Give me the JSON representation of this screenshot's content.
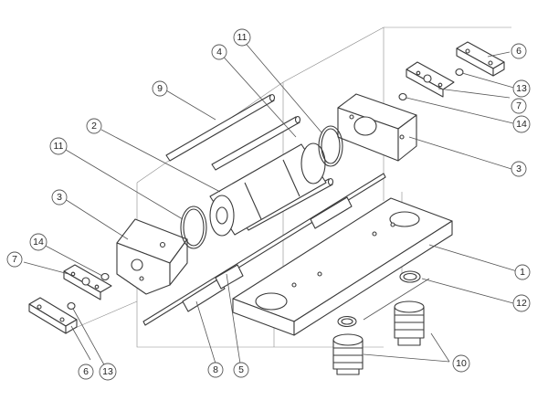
{
  "callouts": [
    {
      "id": "c1",
      "label": "1"
    },
    {
      "id": "c2",
      "label": "2"
    },
    {
      "id": "c3a",
      "label": "3"
    },
    {
      "id": "c3b",
      "label": "3"
    },
    {
      "id": "c4",
      "label": "4"
    },
    {
      "id": "c5",
      "label": "5"
    },
    {
      "id": "c6a",
      "label": "6"
    },
    {
      "id": "c6b",
      "label": "6"
    },
    {
      "id": "c7a",
      "label": "7"
    },
    {
      "id": "c7b",
      "label": "7"
    },
    {
      "id": "c8",
      "label": "8"
    },
    {
      "id": "c9",
      "label": "9"
    },
    {
      "id": "c10",
      "label": "10"
    },
    {
      "id": "c11a",
      "label": "11"
    },
    {
      "id": "c11b",
      "label": "11"
    },
    {
      "id": "c12",
      "label": "12"
    },
    {
      "id": "c13a",
      "label": "13"
    },
    {
      "id": "c13b",
      "label": "13"
    },
    {
      "id": "c14a",
      "label": "14"
    },
    {
      "id": "c14b",
      "label": "14"
    }
  ],
  "colors": {
    "line": "#3a3a3a",
    "fill": "#ffffff",
    "leader": "#555555",
    "background": "#ffffff"
  }
}
